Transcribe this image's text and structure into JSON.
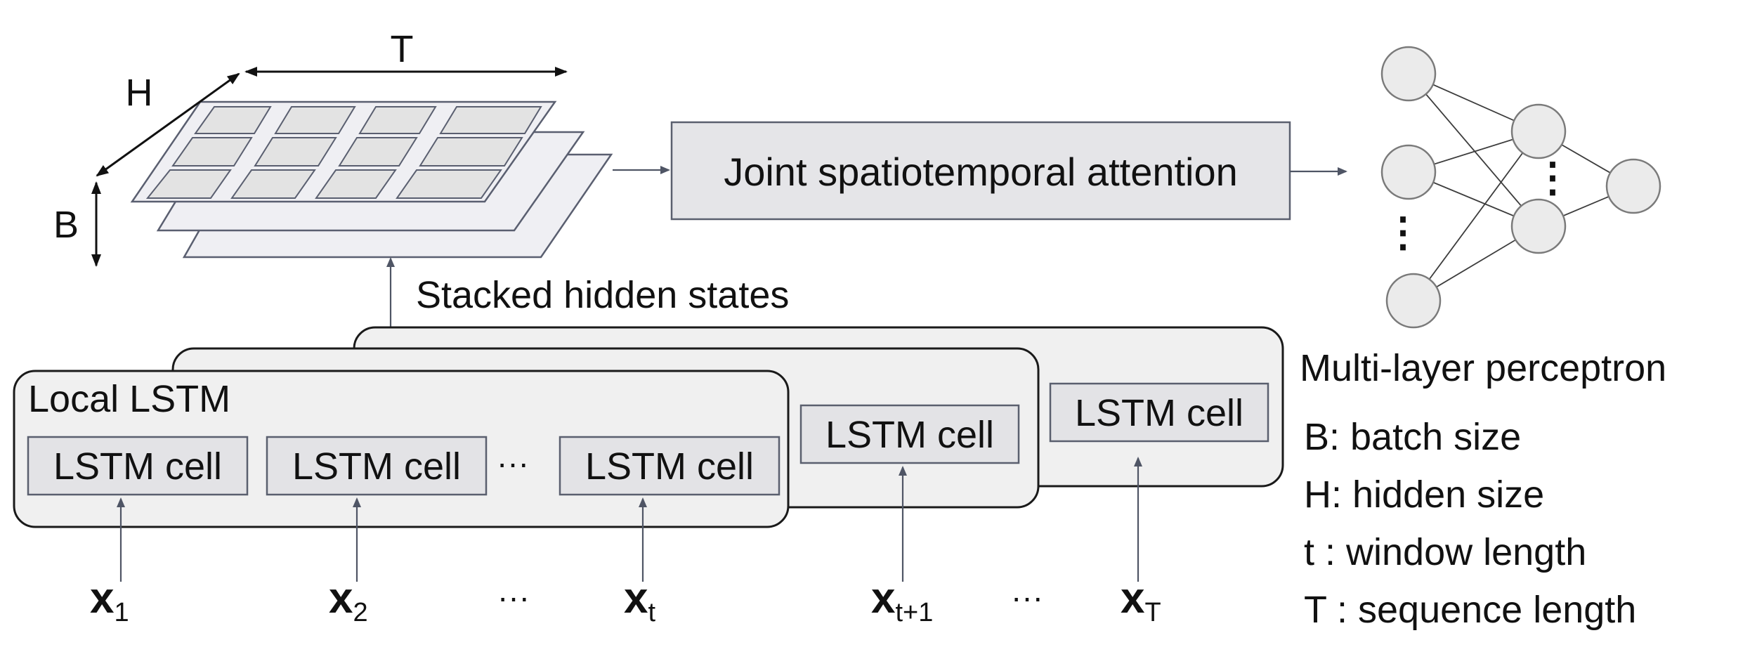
{
  "dims": {
    "T": "T",
    "H": "H",
    "B": "B"
  },
  "attention_label": "Joint spatiotemporal attention",
  "stacked_label": "Stacked hidden states",
  "mlp_label": "Multi-layer perceptron",
  "local_lstm_label": "Local LSTM",
  "lstm_cell_label": "LSTM cell",
  "ellipsis": "···",
  "mlp_dots": "⋮",
  "inputs": [
    {
      "base": "x",
      "sub": "1"
    },
    {
      "base": "x",
      "sub": "2"
    },
    {
      "base": "x",
      "sub": "t"
    },
    {
      "base": "x",
      "sub": "t+1"
    },
    {
      "base": "x",
      "sub": "T"
    }
  ],
  "legend": [
    "B: batch size",
    "H: hidden size",
    "t : window length",
    "T : sequence length"
  ]
}
